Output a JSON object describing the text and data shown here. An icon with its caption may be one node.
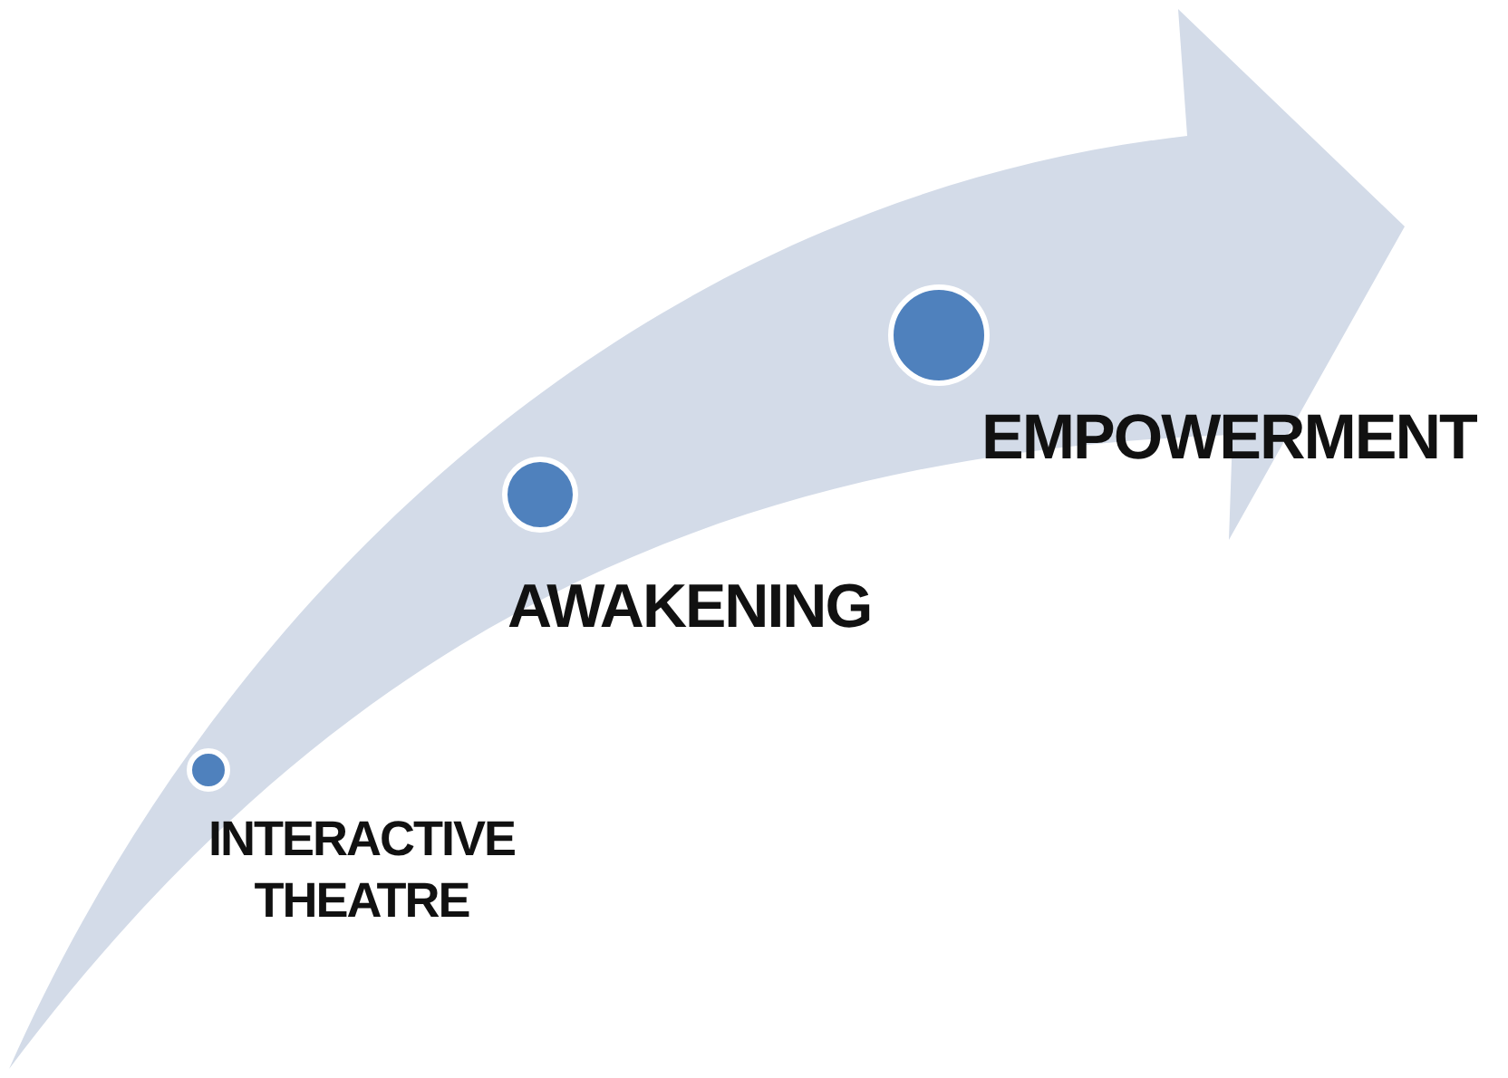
{
  "diagram": {
    "nodes": [
      {
        "text": [],
        "shape": "circle",
        "beside": [
          "INTERACTIVE THEATRE"
        ]
      },
      {
        "text": [],
        "shape": "circle",
        "beside": [
          "AWAKENING"
        ]
      },
      {
        "text": [],
        "shape": "circle",
        "beside": [
          "EMPOWERMENT"
        ]
      }
    ]
  }
}
